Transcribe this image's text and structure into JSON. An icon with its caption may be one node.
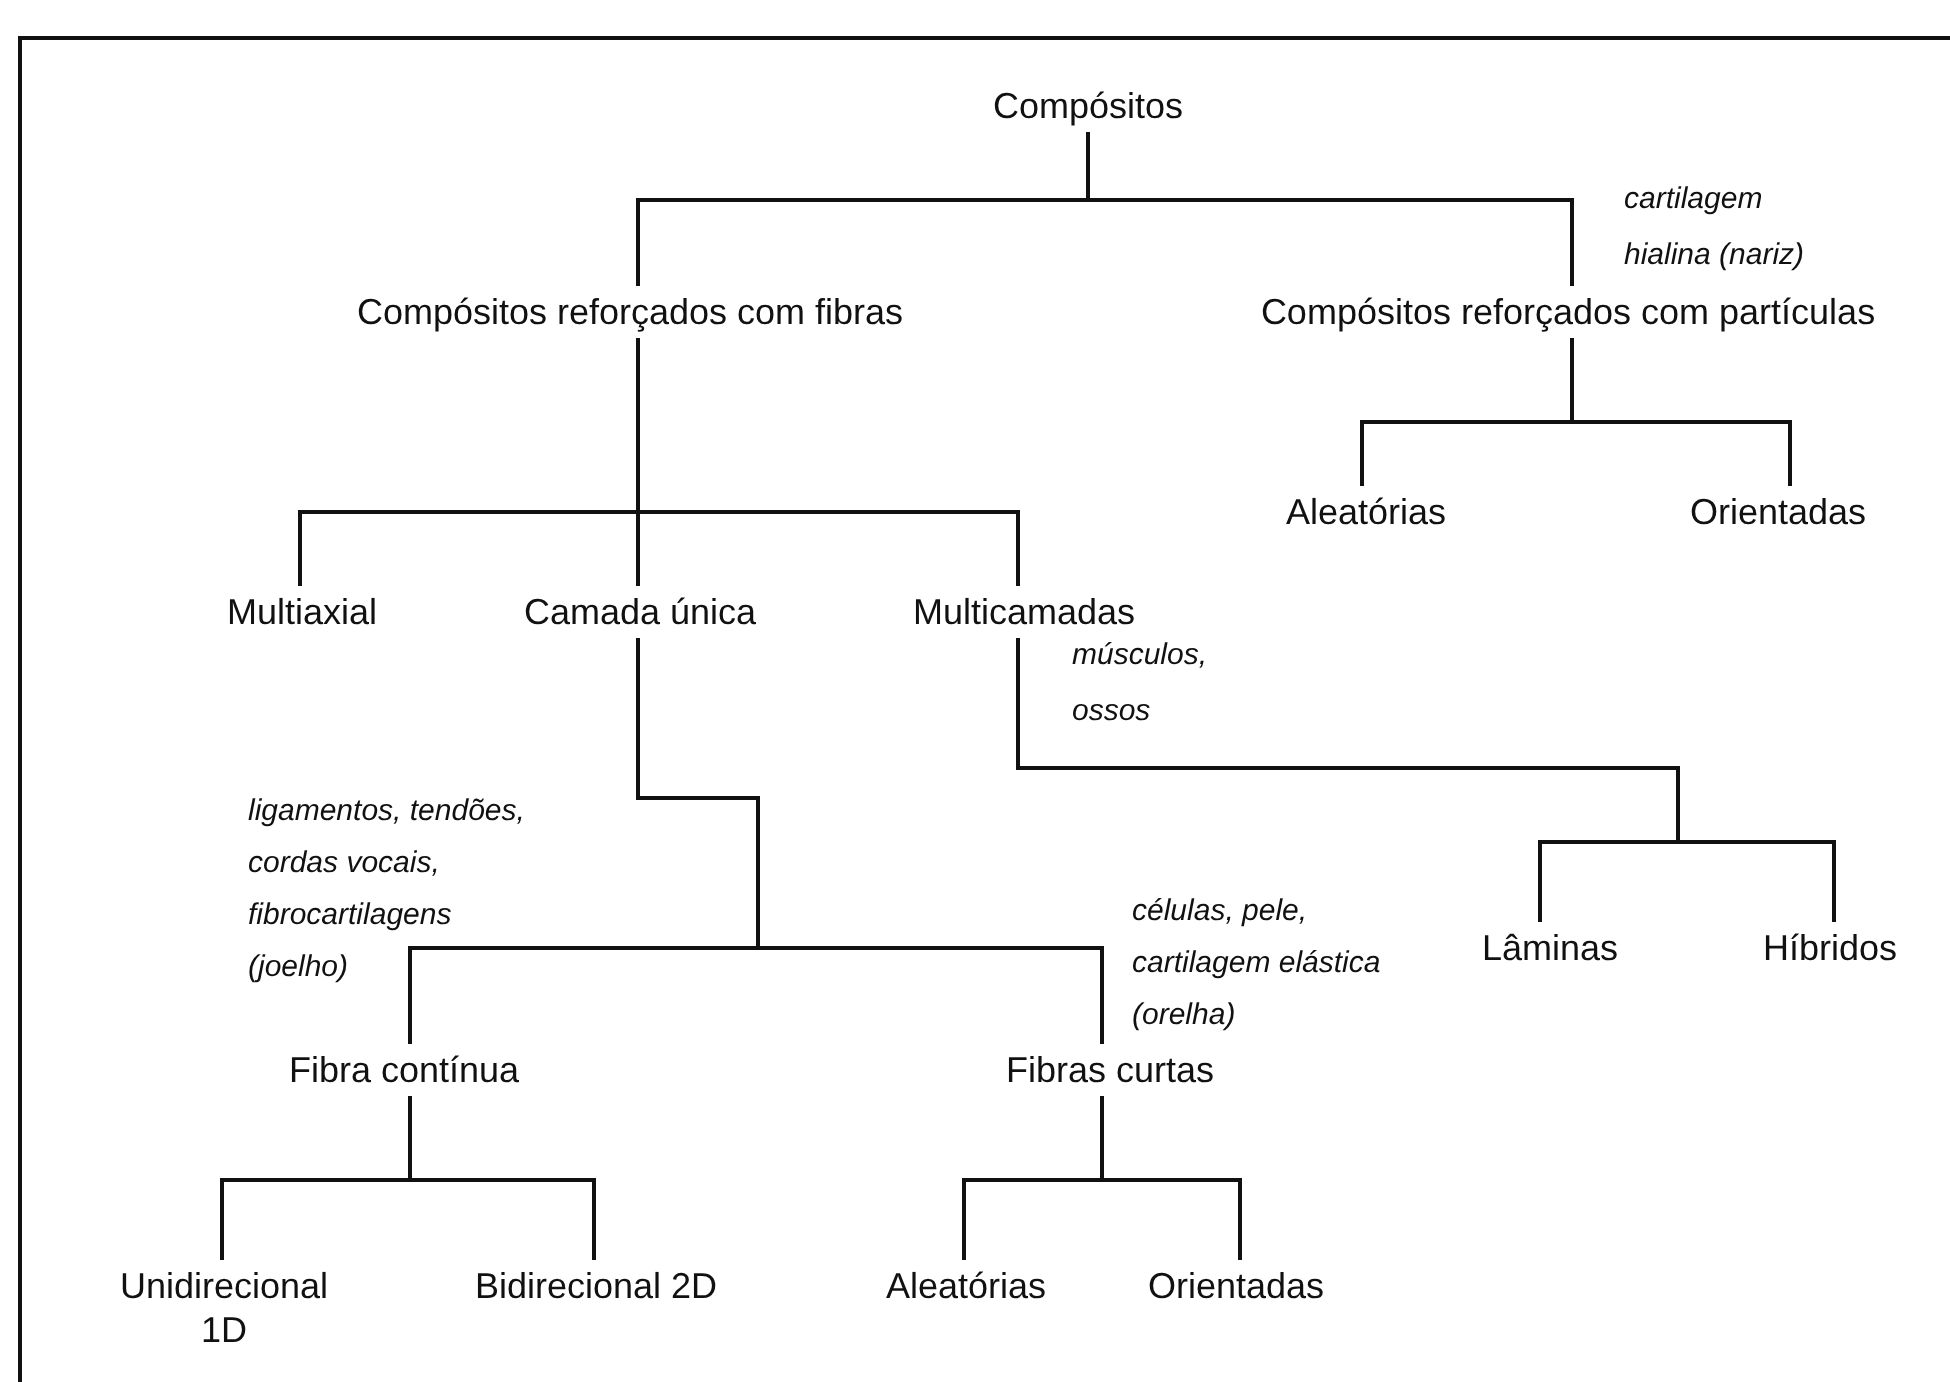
{
  "diagram": {
    "nodes": [
      {
        "text": [
          "Compósitos"
        ]
      },
      {
        "text": [
          "Compósitos reforçados com fibras"
        ]
      },
      {
        "text": [
          "Compósitos reforçados com partículas"
        ],
        "beside": [
          "cartilagem hialina (nariz)"
        ]
      },
      {
        "text": [
          "Aleatórias"
        ]
      },
      {
        "text": [
          "Orientadas"
        ]
      },
      {
        "text": [
          "Multiaxial"
        ]
      },
      {
        "text": [
          "Camada única"
        ]
      },
      {
        "text": [
          "Multicamadas"
        ],
        "beside": [
          "músculos, ossos"
        ]
      },
      {
        "text": [
          "Lâminas"
        ]
      },
      {
        "text": [
          "Híbridos"
        ]
      },
      {
        "text": [
          "Fibra contínua"
        ],
        "beside": [
          "ligamentos, tendões, cordas vocais, fibrocartilagens (joelho)"
        ]
      },
      {
        "text": [
          "Fibras curtas"
        ],
        "beside": [
          "células, pele, cartilagem elástica (orelha)"
        ]
      },
      {
        "text": [
          "Unidirecional 1D"
        ]
      },
      {
        "text": [
          "Bidirecional 2D"
        ]
      },
      {
        "text": [
          "Aleatórias"
        ]
      },
      {
        "text": [
          "Orientadas"
        ]
      }
    ],
    "edges": [
      {
        "from": 0,
        "to": 1,
        "arrow": "none"
      },
      {
        "from": 0,
        "to": 2,
        "arrow": "none"
      },
      {
        "from": 2,
        "to": 3,
        "arrow": "none"
      },
      {
        "from": 2,
        "to": 4,
        "arrow": "none"
      },
      {
        "from": 1,
        "to": 5,
        "arrow": "none"
      },
      {
        "from": 1,
        "to": 6,
        "arrow": "none"
      },
      {
        "from": 1,
        "to": 7,
        "arrow": "none"
      },
      {
        "from": 7,
        "to": 8,
        "arrow": "none"
      },
      {
        "from": 7,
        "to": 9,
        "arrow": "none"
      },
      {
        "from": 6,
        "to": 10,
        "arrow": "none"
      },
      {
        "from": 6,
        "to": 11,
        "arrow": "none"
      },
      {
        "from": 10,
        "to": 12,
        "arrow": "none"
      },
      {
        "from": 10,
        "to": 13,
        "arrow": "none"
      },
      {
        "from": 11,
        "to": 14,
        "arrow": "none"
      },
      {
        "from": 11,
        "to": 15,
        "arrow": "none"
      }
    ]
  }
}
